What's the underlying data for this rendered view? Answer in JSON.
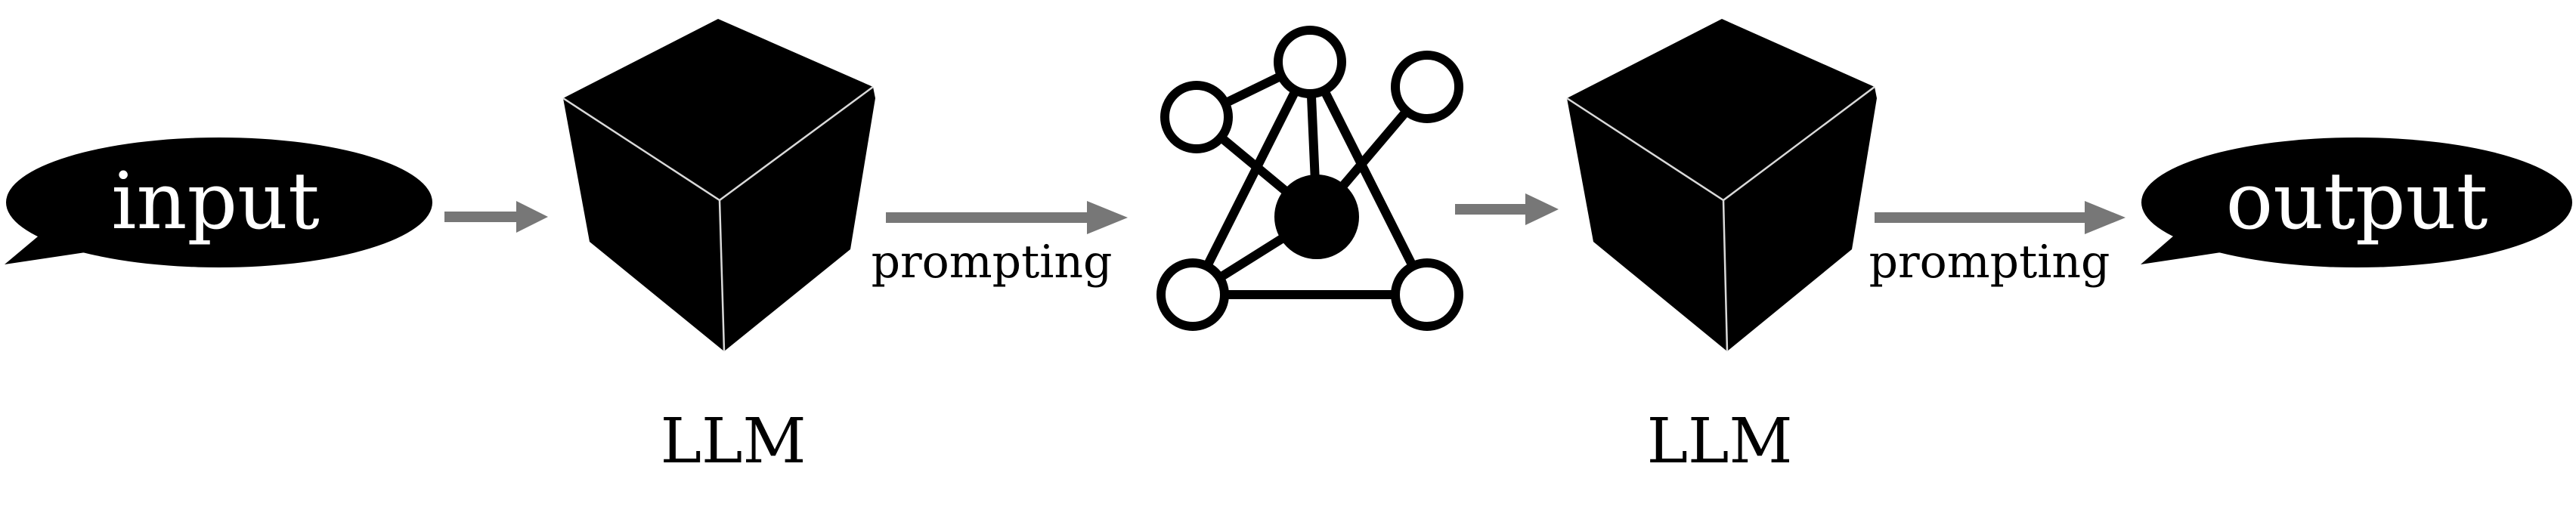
{
  "input_bubble": {
    "text": "input"
  },
  "output_bubble": {
    "text": "output"
  },
  "llm_left": {
    "label": "LLM"
  },
  "llm_right": {
    "label": "LLM"
  },
  "arrow_middle_left": {
    "label": "prompting"
  },
  "arrow_right": {
    "label": "prompting"
  },
  "colors": {
    "bubble_fill": "#000000",
    "bubble_text": "#ffffff",
    "cube_fill": "#000000",
    "cube_edge": "#d9d9d9",
    "arrow": "#777777",
    "graph_stroke": "#000000",
    "node_empty_fill": "#ffffff",
    "node_filled": "#000000"
  }
}
